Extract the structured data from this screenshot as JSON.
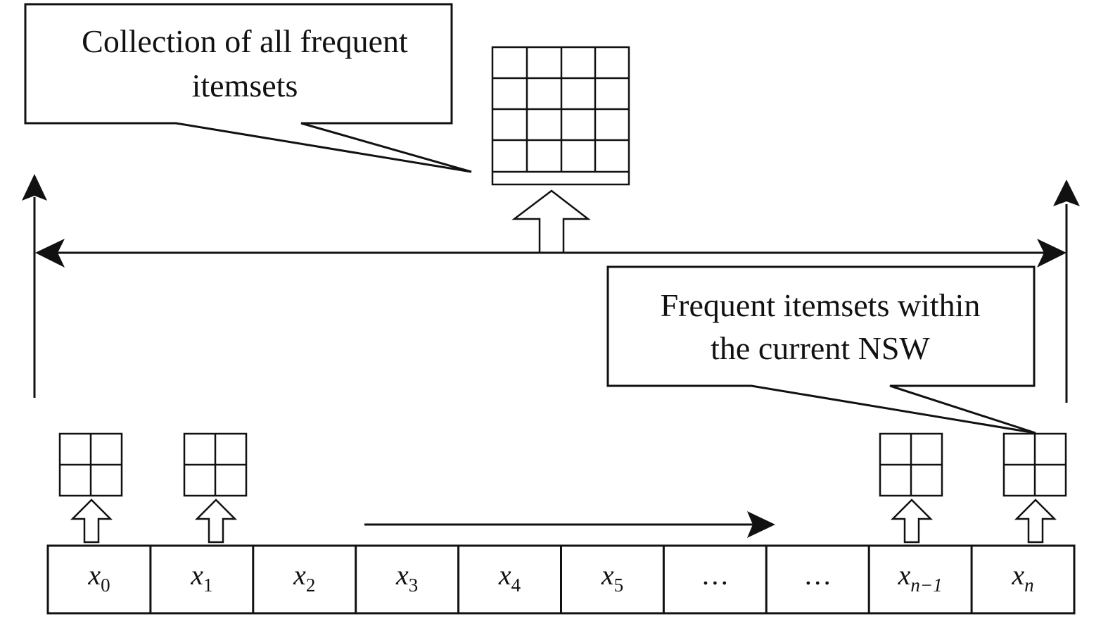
{
  "callouts": {
    "all_frequent": [
      "Collection of all frequent",
      "itemsets"
    ],
    "nsw_frequent": [
      "Frequent itemsets within",
      "the current NSW"
    ]
  },
  "cells": [
    {
      "base": "x",
      "sub": "0"
    },
    {
      "base": "x",
      "sub": "1"
    },
    {
      "base": "x",
      "sub": "2"
    },
    {
      "base": "x",
      "sub": "3"
    },
    {
      "base": "x",
      "sub": "4"
    },
    {
      "base": "x",
      "sub": "5"
    },
    {
      "text": "…"
    },
    {
      "text": "…"
    },
    {
      "base": "x",
      "sub": "n−1"
    },
    {
      "base": "x",
      "sub": "n"
    }
  ],
  "colors": {
    "stroke": "#111111",
    "background": "#ffffff"
  }
}
